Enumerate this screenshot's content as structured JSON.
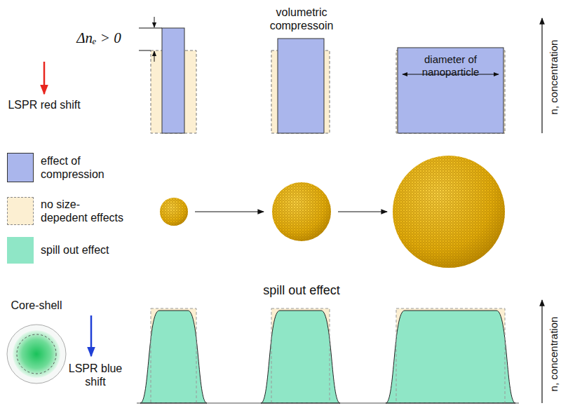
{
  "diagram": {
    "labels": [
      "Δnₑ > 0",
      "volumetric compressoin",
      "LSPR red shift",
      "diameter of nanoparticle",
      "n, concentration",
      "Core-shell",
      "LSPR blue shift",
      "spill out effect",
      "n, concentration"
    ],
    "legend": [
      {
        "text": "effect of compression",
        "color": "#aab6ec"
      },
      {
        "text": "no size-depedent effects",
        "color": "#fcefd2"
      },
      {
        "text": "spill out effect",
        "color": "#8fe6c6"
      }
    ]
  }
}
